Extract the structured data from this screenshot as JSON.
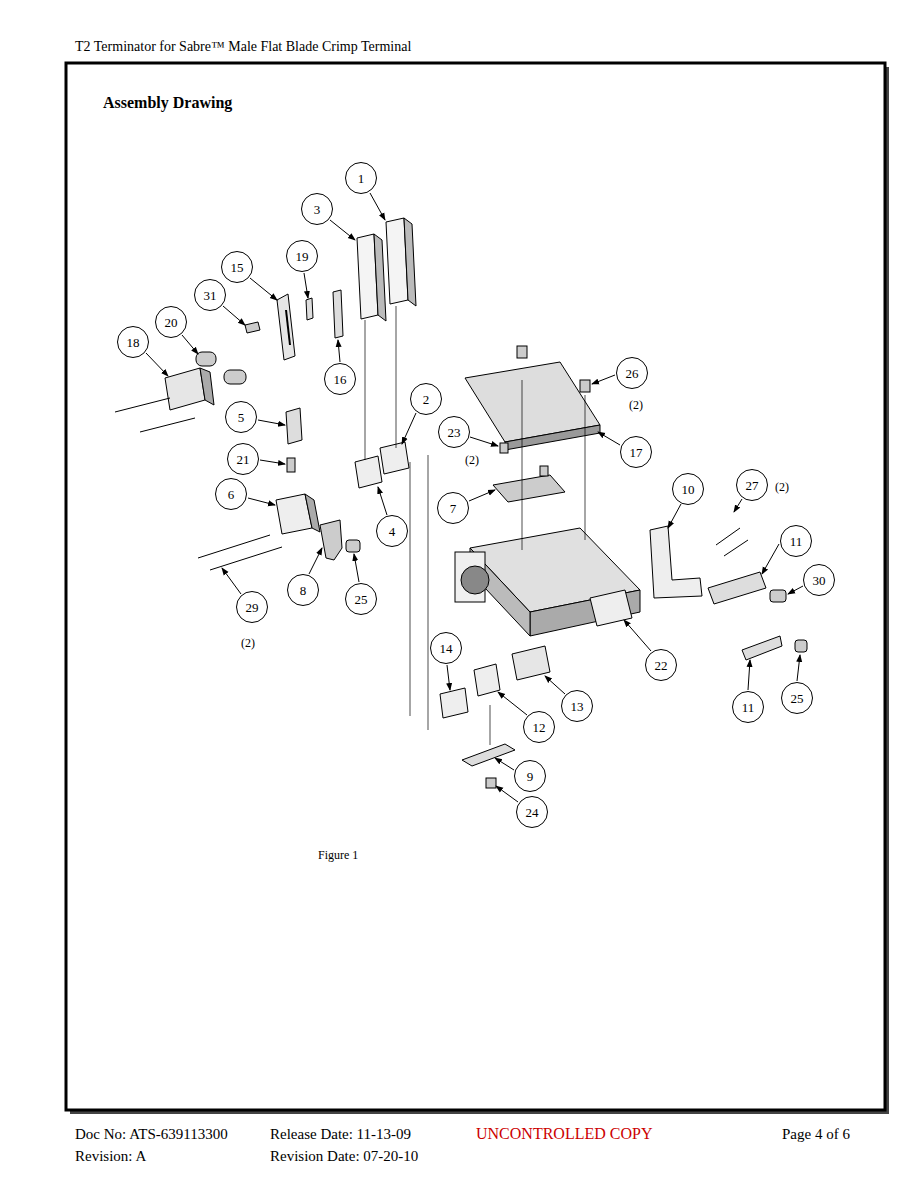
{
  "diagram": {
    "title": "Assembly Drawing",
    "caption": "Figure 1",
    "nodes": [
      {
        "text": [
          "1"
        ]
      },
      {
        "text": [
          "3"
        ]
      },
      {
        "text": [
          "19"
        ]
      },
      {
        "text": [
          "15"
        ]
      },
      {
        "text": [
          "31"
        ]
      },
      {
        "text": [
          "20"
        ]
      },
      {
        "text": [
          "18"
        ]
      },
      {
        "text": [
          "26"
        ]
      },
      {
        "text": [
          "16"
        ]
      },
      {
        "text": [
          "2"
        ]
      },
      {
        "text": [
          "5"
        ]
      },
      {
        "text": [
          "23"
        ]
      },
      {
        "text": [
          "17"
        ]
      },
      {
        "text": [
          "21"
        ]
      },
      {
        "text": [
          "27"
        ]
      },
      {
        "text": [
          "10"
        ]
      },
      {
        "text": [
          "6"
        ]
      },
      {
        "text": [
          "7"
        ]
      },
      {
        "text": [
          "4"
        ]
      },
      {
        "text": [
          "11"
        ]
      },
      {
        "text": [
          "30"
        ]
      },
      {
        "text": [
          "8"
        ]
      },
      {
        "text": [
          "25"
        ]
      },
      {
        "text": [
          "29"
        ]
      },
      {
        "text": [
          "14"
        ]
      },
      {
        "text": [
          "22"
        ]
      },
      {
        "text": [
          "25"
        ]
      },
      {
        "text": [
          "13"
        ]
      },
      {
        "text": [
          "11"
        ]
      },
      {
        "text": [
          "12"
        ]
      },
      {
        "text": [
          "9"
        ]
      },
      {
        "text": [
          "24"
        ]
      }
    ],
    "edges": [],
    "labels": [
      "T2 Terminator for Sabre™ Male Flat Blade Crimp Terminal",
      "(2)",
      "(2)",
      "(2)",
      "(2)",
      "Doc No: ATS-639113300",
      "Release Date: 11-13-09",
      "UNCONTROLLED COPY",
      "Page 4 of 6",
      "Revision: A",
      "Revision Date: 07-20-10"
    ]
  }
}
